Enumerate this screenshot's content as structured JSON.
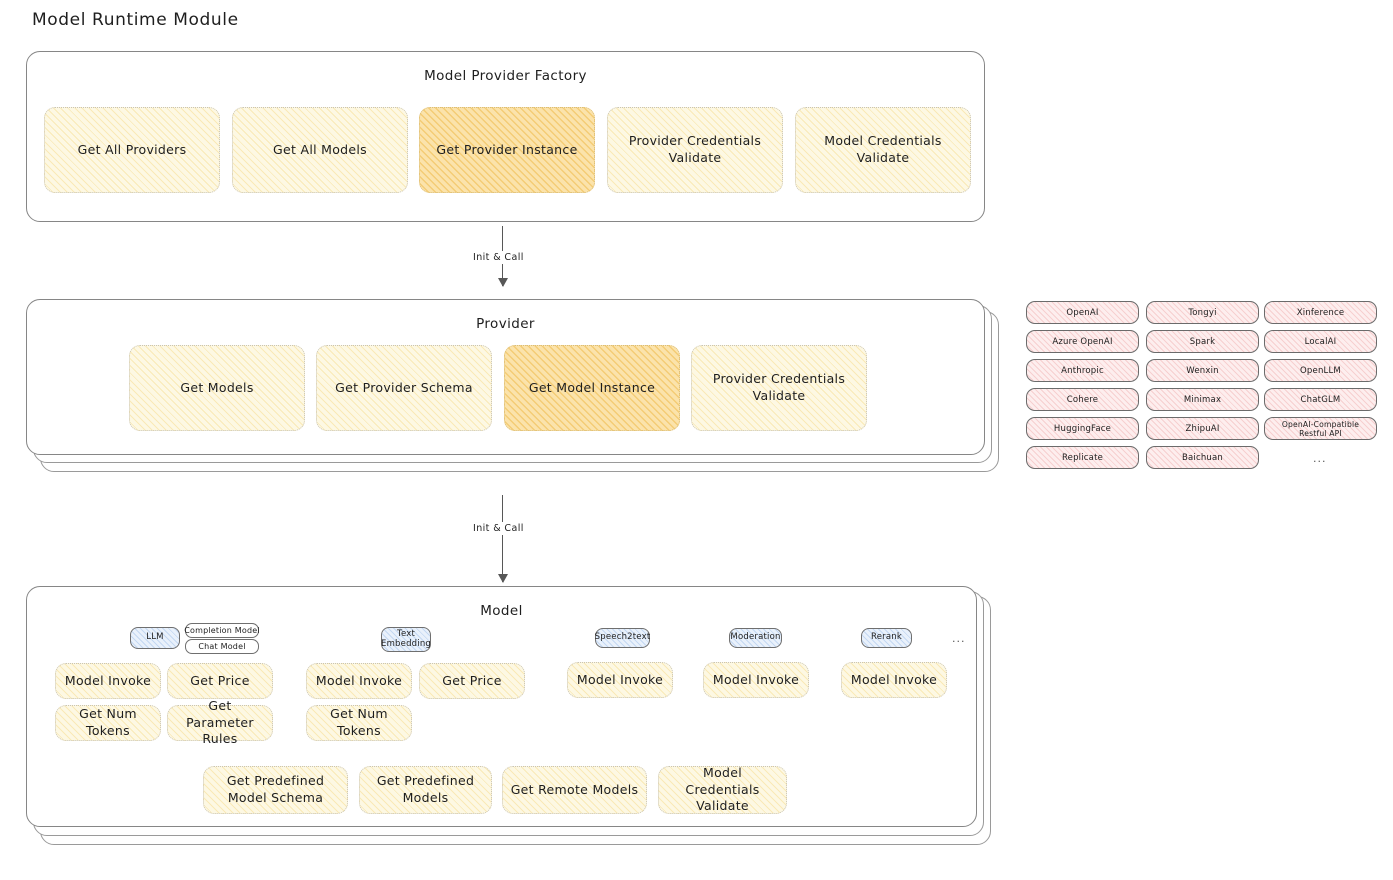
{
  "page": {
    "title": "Model Runtime Module"
  },
  "factory": {
    "title": "Model Provider Factory",
    "cards": [
      {
        "label": "Get All Providers",
        "highlight": false
      },
      {
        "label": "Get All Models",
        "highlight": false
      },
      {
        "label": "Get Provider Instance",
        "highlight": true
      },
      {
        "label": "Provider Credentials Validate",
        "highlight": false
      },
      {
        "label": "Model Credentials Validate",
        "highlight": false
      }
    ]
  },
  "arrows": [
    {
      "label": "Init & Call"
    },
    {
      "label": "Init & Call"
    }
  ],
  "provider": {
    "title": "Provider",
    "cards": [
      {
        "label": "Get Models",
        "highlight": false
      },
      {
        "label": "Get Provider Schema",
        "highlight": false
      },
      {
        "label": "Get Model Instance",
        "highlight": true
      },
      {
        "label": "Provider Credentials Validate",
        "highlight": false
      }
    ]
  },
  "provider_list": {
    "column1": [
      "OpenAI",
      "Azure OpenAI",
      "Anthropic",
      "Cohere",
      "HuggingFace",
      "Replicate"
    ],
    "column2": [
      "Tongyi",
      "Spark",
      "Wenxin",
      "Minimax",
      "ZhipuAI",
      "Baichuan"
    ],
    "column3": [
      "Xinference",
      "LocalAI",
      "OpenLLM",
      "ChatGLM",
      "OpenAI-Compatible Restful API"
    ],
    "more": "..."
  },
  "model": {
    "title": "Model",
    "more": "...",
    "types": [
      {
        "badge": "LLM",
        "tags": [
          "Completion Model",
          "Chat Model"
        ],
        "cards": [
          {
            "label": "Model Invoke",
            "highlight": true
          },
          {
            "label": "Get Price",
            "highlight": false
          },
          {
            "label": "Get Num Tokens",
            "highlight": false
          },
          {
            "label": "Get Parameter Rules",
            "highlight": false
          }
        ]
      },
      {
        "badge": "Text Embedding",
        "tags": [],
        "cards": [
          {
            "label": "Model Invoke",
            "highlight": true
          },
          {
            "label": "Get Price",
            "highlight": false
          },
          {
            "label": "Get Num Tokens",
            "highlight": false
          }
        ]
      },
      {
        "badge": "Speech2text",
        "tags": [],
        "cards": [
          {
            "label": "Model Invoke",
            "highlight": true
          }
        ]
      },
      {
        "badge": "Moderation",
        "tags": [],
        "cards": [
          {
            "label": "Model Invoke",
            "highlight": true
          }
        ]
      },
      {
        "badge": "Rerank",
        "tags": [],
        "cards": [
          {
            "label": "Model Invoke",
            "highlight": true
          }
        ]
      }
    ],
    "common_cards": [
      {
        "label": "Get Predefined Model Schema",
        "highlight": false
      },
      {
        "label": "Get Predefined Models",
        "highlight": false
      },
      {
        "label": "Get Remote Models",
        "highlight": false
      },
      {
        "label": "Model Credentials Validate",
        "highlight": false
      }
    ]
  },
  "colors": {
    "card_fill": "#fdf8e3",
    "card_fill_highlight": "#fbe3ab",
    "chip_fill": "#fdeeee",
    "badge_fill": "#e9f1fb",
    "stroke": "#868686",
    "text": "#1e1e1e"
  }
}
